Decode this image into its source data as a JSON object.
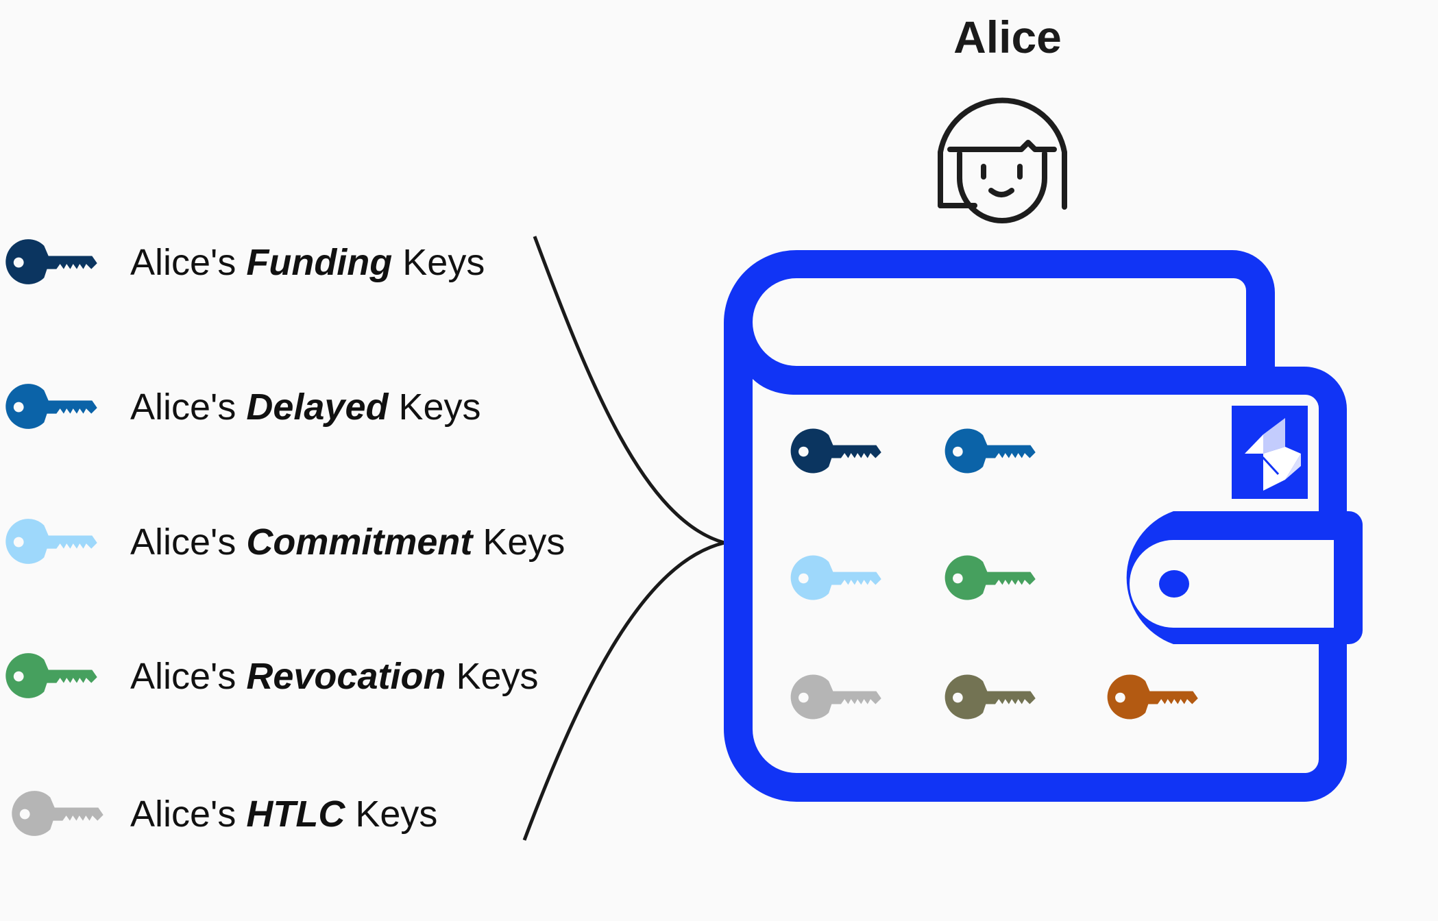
{
  "title": "Alice",
  "legend": [
    {
      "prefix": "Alice's",
      "keyword": "Funding",
      "suffix": "Keys",
      "color": "#0b3560",
      "key_icon": "funding-key-icon"
    },
    {
      "prefix": "Alice's",
      "keyword": "Delayed",
      "suffix": "Keys",
      "color": "#0b63a8",
      "key_icon": "delayed-key-icon"
    },
    {
      "prefix": "Alice's",
      "keyword": "Commitment",
      "suffix": "Keys",
      "color": "#9ed8fb",
      "key_icon": "commitment-key-icon"
    },
    {
      "prefix": "Alice's",
      "keyword": "Revocation",
      "suffix": "Keys",
      "color": "#46a05e",
      "key_icon": "revocation-key-icon"
    },
    {
      "prefix": "Alice's",
      "keyword": "HTLC",
      "suffix": "Keys",
      "color": "#b5b5b5",
      "key_icon": "htlc-key-icon"
    }
  ],
  "wallet": {
    "color": "#1134f5",
    "keys": [
      {
        "color": "#0b3560",
        "icon": "funding-key-icon"
      },
      {
        "color": "#0b63a8",
        "icon": "delayed-key-icon"
      },
      {
        "color": "#9ed8fb",
        "icon": "commitment-key-icon"
      },
      {
        "color": "#46a05e",
        "icon": "revocation-key-icon"
      },
      {
        "color": "#b5b5b5",
        "icon": "htlc-key-icon"
      },
      {
        "color": "#737353",
        "icon": "olive-key-icon"
      },
      {
        "color": "#b35a12",
        "icon": "orange-key-icon"
      }
    ],
    "logo_icon": "lightning-logo-icon"
  },
  "person_icon": "alice-avatar-icon"
}
